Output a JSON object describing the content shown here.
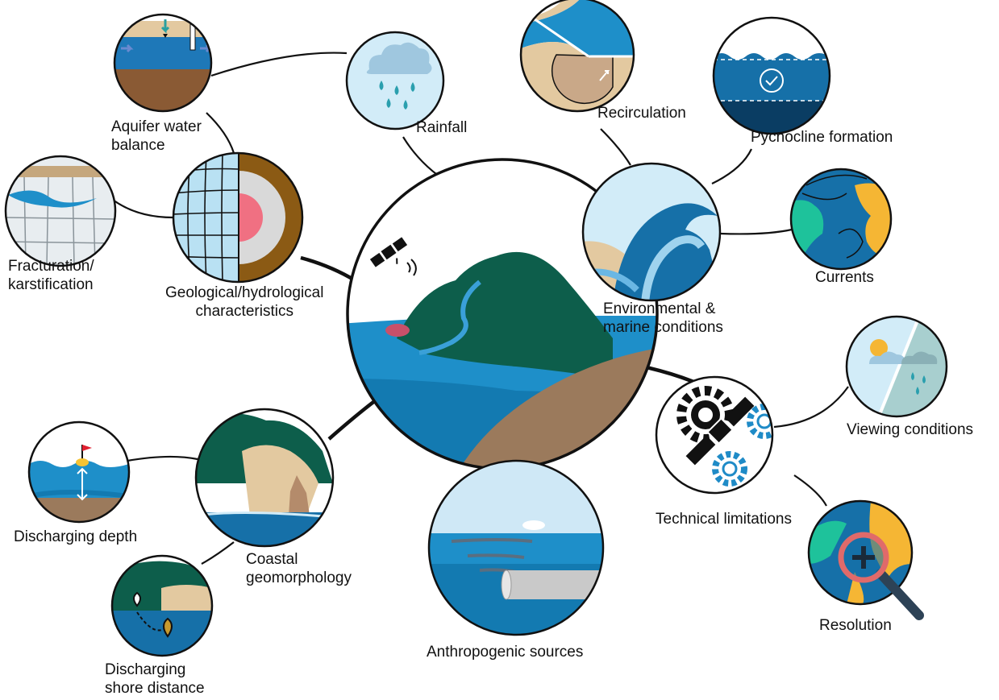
{
  "center": {
    "icon": "satellite-coast-icon"
  },
  "factors": {
    "geological": {
      "label": "Geological/hydrological characteristics",
      "line1": "Geological/hydrological",
      "line2": "characteristics",
      "icon": "earth-layers-icon"
    },
    "environmental": {
      "label": "Environmental & marine conditions",
      "line1": "Environmental &",
      "line2": "marine conditions",
      "icon": "wave-icon"
    },
    "technical": {
      "label": "Technical limitations",
      "icon": "gears-satellite-icon"
    },
    "anthropogenic": {
      "label": "Anthropogenic sources",
      "icon": "outfall-pipe-icon"
    },
    "coastal": {
      "label": "Coastal geomorphology",
      "line1": "Coastal",
      "line2": "geomorphology",
      "icon": "cliff-icon"
    }
  },
  "subfactors": {
    "aquifer": {
      "line1": "Aquifer water",
      "line2": "balance",
      "icon": "aquifer-icon"
    },
    "fracturation": {
      "line1": "Fracturation/",
      "line2": "karstification",
      "icon": "karst-icon"
    },
    "rainfall": {
      "label": "Rainfall",
      "icon": "rain-cloud-icon"
    },
    "recirculation": {
      "label": "Recirculation",
      "icon": "recirculation-icon"
    },
    "pycnocline": {
      "label": "Pycnocline formation",
      "icon": "pycnocline-icon"
    },
    "currents": {
      "label": "Currents",
      "icon": "currents-globe-icon"
    },
    "viewing": {
      "label": "Viewing conditions",
      "icon": "sun-rain-icon"
    },
    "resolution": {
      "label": "Resolution",
      "icon": "magnifier-globe-icon"
    },
    "depth": {
      "label": "Discharging depth",
      "icon": "buoy-depth-icon"
    },
    "shore": {
      "line1": "Discharging",
      "line2": "shore distance",
      "icon": "map-pin-icon"
    }
  },
  "colors": {
    "ocean": "#1e8fc9",
    "deep_ocean": "#0b4f7a",
    "land_green": "#0d5e4b",
    "sand": "#e3c9a0",
    "soil": "#9b7a5c",
    "sky": "#cfe8f6",
    "rain": "#3aa0b0",
    "gear": "#1f8bc7"
  }
}
